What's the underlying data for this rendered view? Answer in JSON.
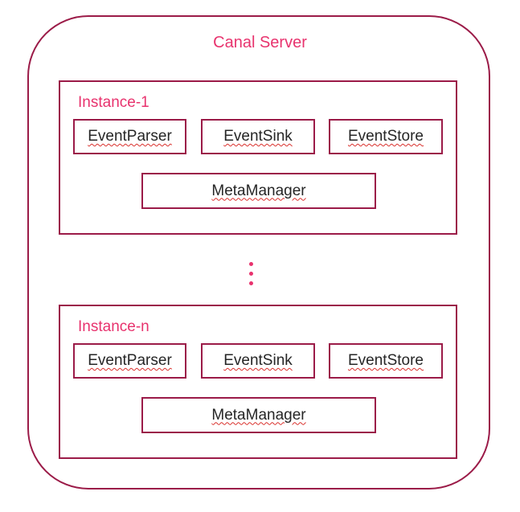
{
  "server": {
    "title": "Canal Server"
  },
  "instances": [
    {
      "title": "Instance-1",
      "components": {
        "parser": "EventParser",
        "sink": "EventSink",
        "store": "EventStore",
        "meta": "MetaManager"
      }
    },
    {
      "title": "Instance-n",
      "components": {
        "parser": "EventParser",
        "sink": "EventSink",
        "store": "EventStore",
        "meta": "MetaManager"
      }
    }
  ],
  "colors": {
    "border": "#9b1b48",
    "accent_text": "#e8336e",
    "component_text": "#262626",
    "spellcheck_underline": "#d9302c"
  }
}
